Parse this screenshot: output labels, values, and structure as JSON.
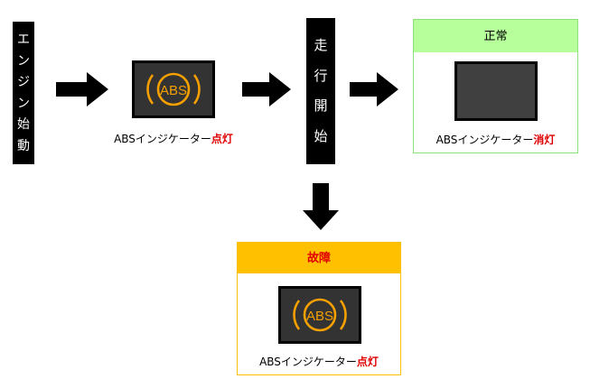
{
  "start_label": [
    "エ",
    "ン",
    "ジ",
    "ン",
    "始",
    "動"
  ],
  "run_label": [
    "走",
    "行",
    "開",
    "始"
  ],
  "indicator_text": "ABS",
  "caption_on": {
    "prefix": "ABSインジケーター",
    "state": "点灯"
  },
  "normal": {
    "header": "正常",
    "caption_prefix": "ABSインジケーター",
    "caption_state": "消灯"
  },
  "fault": {
    "header": "故障",
    "caption_prefix": "ABSインジケーター",
    "caption_state": "点灯"
  },
  "colors": {
    "indicator_amber": "#f5a000",
    "highlight_red": "#e00000",
    "normal_header": "#b6ff9a",
    "normal_border": "#8ee07a",
    "fault_header": "#ffc000",
    "fault_border": "#ffc000",
    "panel_bg": "#333333"
  },
  "icons": [
    "right-arrow-icon",
    "down-arrow-icon",
    "abs-warning-icon"
  ]
}
